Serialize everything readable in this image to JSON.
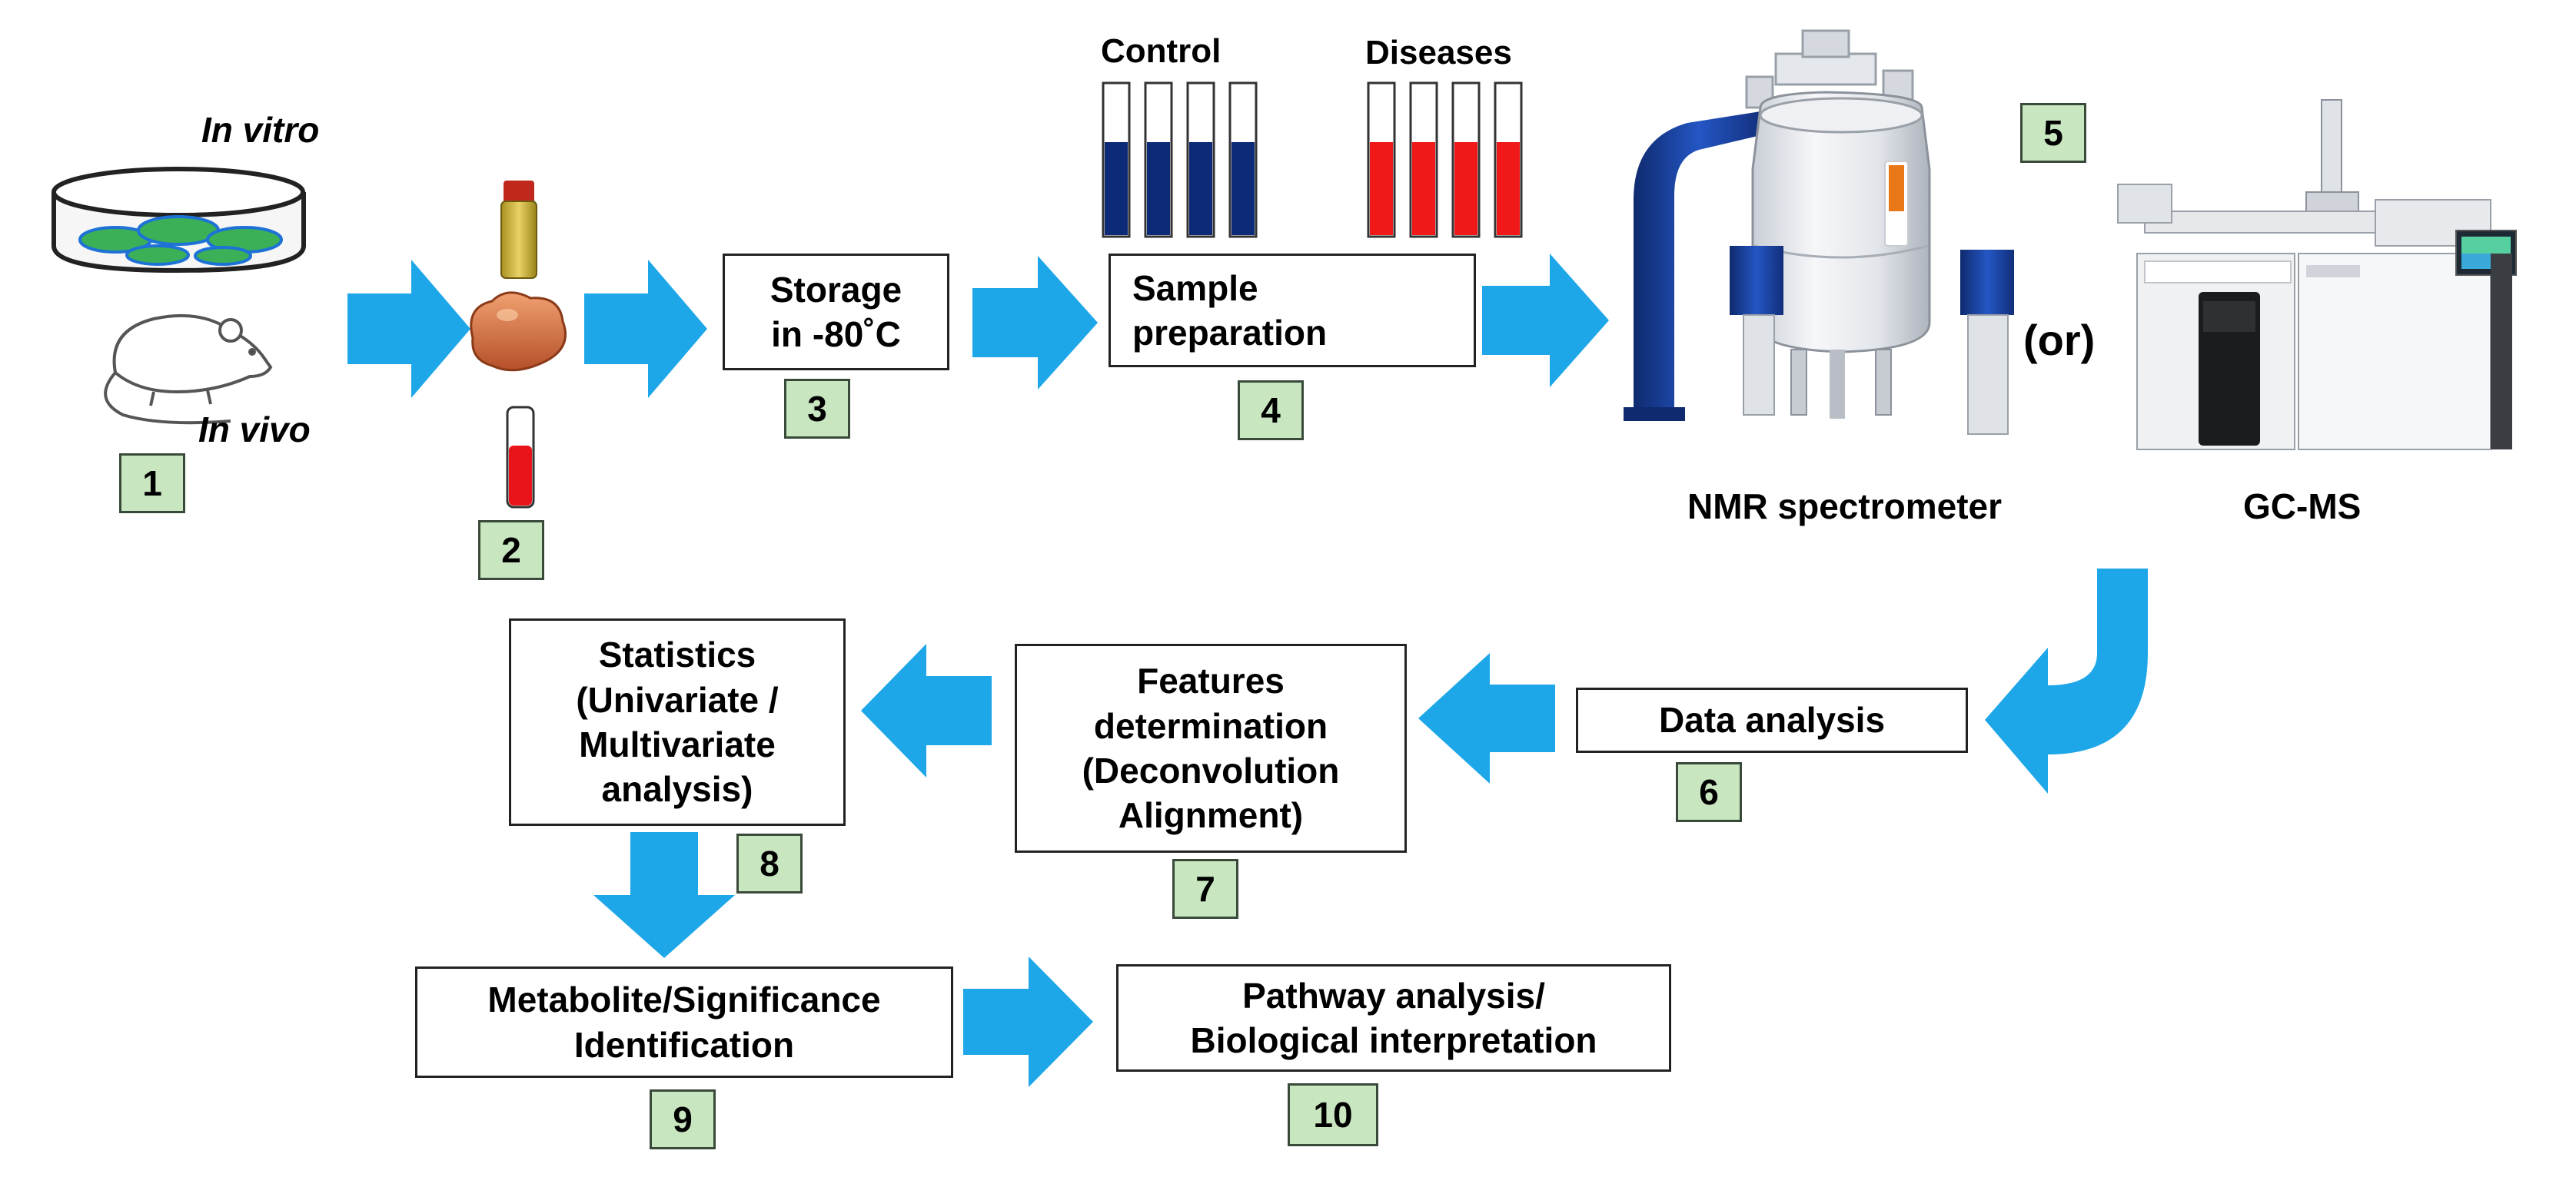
{
  "labels": {
    "in_vitro": "In vitro",
    "in_vivo": "In vivo",
    "control": "Control",
    "diseases": "Diseases",
    "or": "(or)",
    "nmr": "NMR spectrometer",
    "gcms": "GC-MS"
  },
  "boxes": {
    "storage": [
      "Storage",
      "in -80˚C"
    ],
    "sample_prep": [
      "Sample",
      "preparation"
    ],
    "data_analysis": [
      "Data analysis"
    ],
    "features": [
      "Features",
      "determination",
      "(Deconvolution",
      "Alignment)"
    ],
    "statistics": [
      "Statistics",
      "(Univariate  /",
      "Multivariate",
      "analysis)"
    ],
    "metabolite": [
      "Metabolite/Significance",
      "Identification"
    ],
    "pathway": [
      "Pathway analysis/",
      "Biological interpretation"
    ]
  },
  "badges": {
    "b1": "1",
    "b2": "2",
    "b3": "3",
    "b4": "4",
    "b5": "5",
    "b6": "6",
    "b7": "7",
    "b8": "8",
    "b9": "9",
    "b10": "10"
  },
  "colors": {
    "arrow": "#1ea7e8",
    "control_tube": "#0d2a78",
    "disease_tube": "#f01818",
    "badge_fill": "#c8e6c0",
    "instrument_blue": "#1a3f9c"
  },
  "icons": {
    "sample": "petri-dish-icon",
    "mouse": "mouse-icon",
    "urine": "urine-vial-icon",
    "tissue": "tissue-sample-icon",
    "blood": "blood-tube-icon",
    "nmr": "nmr-spectrometer-icon",
    "gcms": "gc-ms-instrument-icon"
  }
}
